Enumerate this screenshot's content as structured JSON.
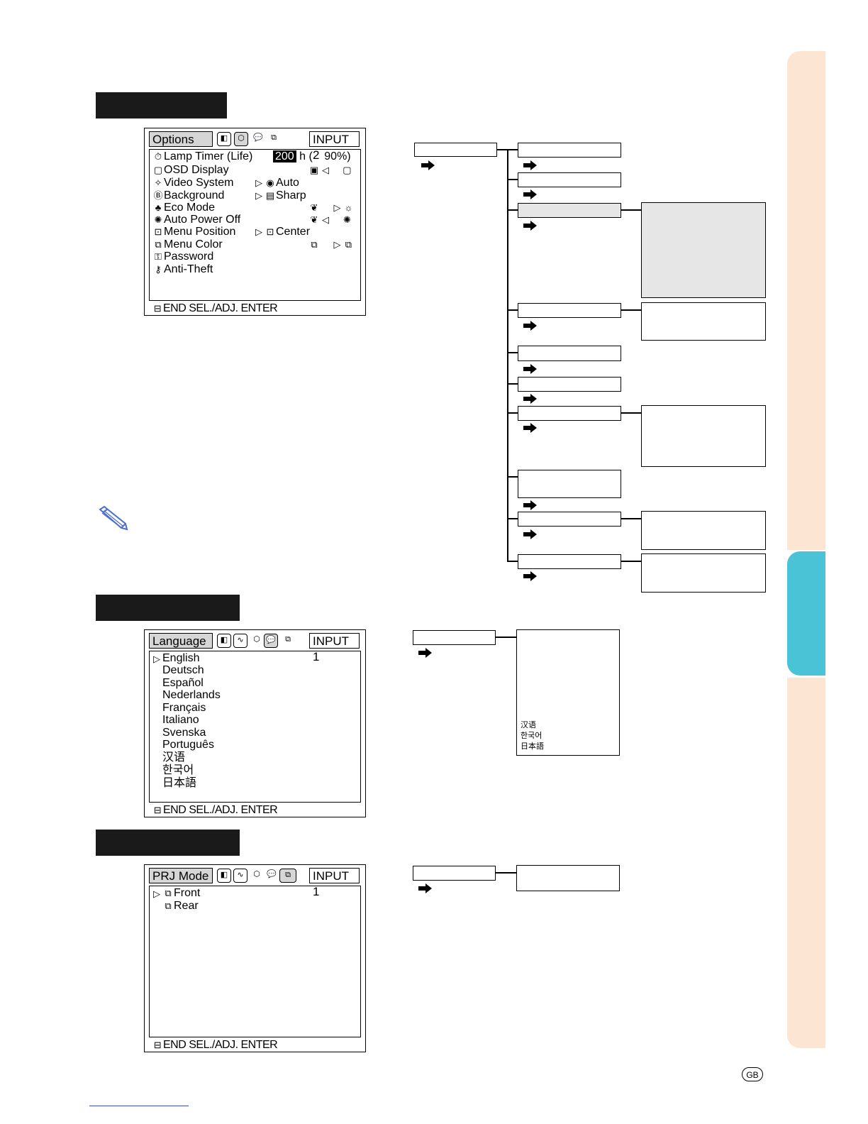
{
  "options_menu": {
    "tab": "Options",
    "input": "INPUT  2",
    "items": [
      {
        "icon": "lamp-timer-icon",
        "label": "Lamp Timer  (Life)"
      },
      {
        "icon": "osd-display-icon",
        "label": "OSD Display"
      },
      {
        "icon": "video-system-icon",
        "label": "Video System"
      },
      {
        "icon": "background-icon",
        "label": "Background"
      },
      {
        "icon": "eco-mode-icon",
        "label": "Eco Mode"
      },
      {
        "icon": "auto-power-off-icon",
        "label": "Auto Power Off"
      },
      {
        "icon": "menu-position-icon",
        "label": "Menu Position"
      },
      {
        "icon": "menu-color-icon",
        "label": "Menu Color"
      },
      {
        "icon": "password-icon",
        "label": "Password"
      },
      {
        "icon": "anti-theft-icon",
        "label": "Anti-Theft"
      }
    ],
    "lamp_hours": "200",
    "lamp_unit": "h (",
    "lamp_life": "90%)",
    "video_system_value": "Auto",
    "background_value": "Sharp",
    "menu_position_value": "Center",
    "footer": "END   SEL./ADJ.   ENTER"
  },
  "language_menu": {
    "tab": "Language",
    "input": "INPUT  1",
    "items": [
      "English",
      "Deutsch",
      "Español",
      "Nederlands",
      "Français",
      "Italiano",
      "Svenska",
      "Português",
      "汉语",
      "한국어",
      "日本語"
    ],
    "footer": "END   SEL./ADJ.   ENTER"
  },
  "prj_menu": {
    "tab": "PRJ Mode",
    "input": "INPUT  1",
    "items": [
      "Front",
      "Rear"
    ],
    "footer": "END   SEL./ADJ.   ENTER"
  },
  "language_diagram": {
    "items": [
      "汉语",
      "한국어",
      "日本語"
    ]
  },
  "page": {
    "badge": "GB"
  },
  "colors": {
    "side_tab_light": "#fde5d3",
    "side_tab_accent": "#4ac3d6",
    "header_bar": "#1a1a1a",
    "tab_gray": "#d6d6d6"
  }
}
